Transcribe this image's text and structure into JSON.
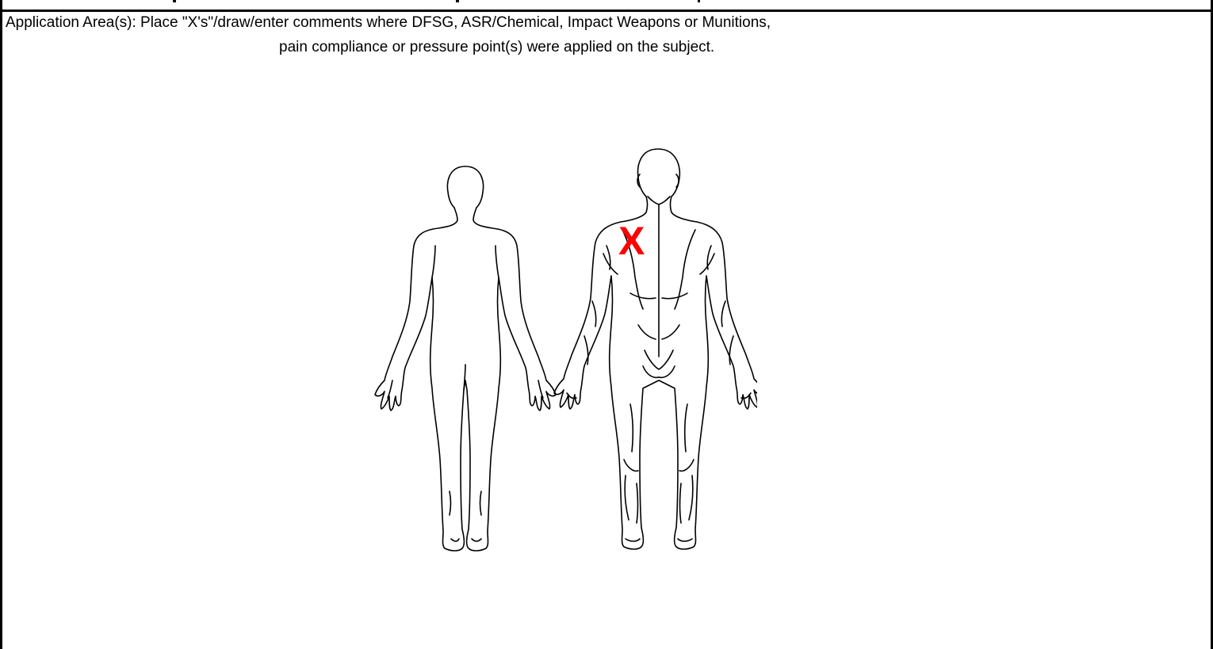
{
  "instructions": {
    "line1": "Application Area(s): Place \"X's\"/draw/enter comments where DFSG, ASR/Chemical, Impact Weapons or Munitions,",
    "line2": "pain compliance or pressure point(s) were applied on the subject."
  },
  "body_diagram": {
    "views": [
      "front",
      "back"
    ],
    "mark": {
      "text": "X",
      "view": "back",
      "region": "upper left back / shoulder blade",
      "color": "#ff0000"
    }
  },
  "colors": {
    "border": "#000000",
    "outline": "#000000",
    "mark": "#ff0000"
  }
}
